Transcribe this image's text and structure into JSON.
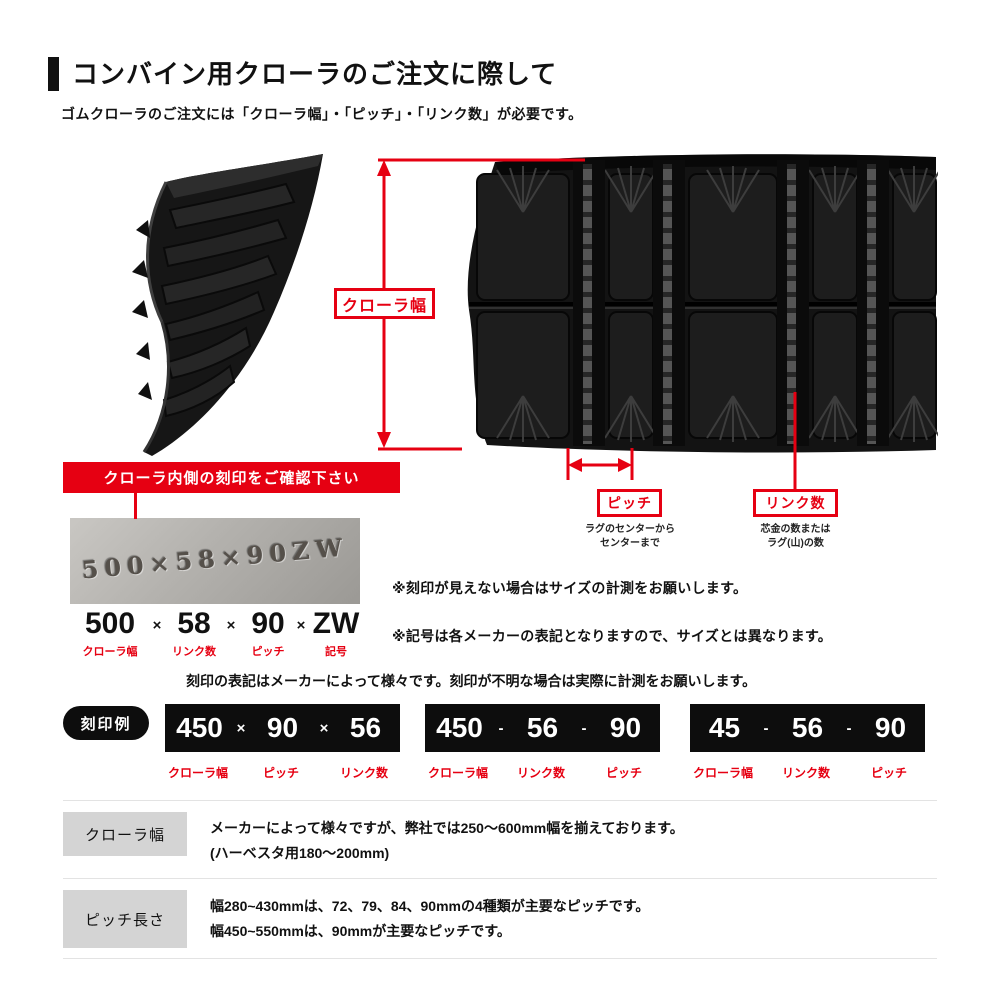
{
  "header": {
    "title": "コンバイン用クローラのご注文に際して",
    "subtitle": "ゴムクローラのご注文には「クローラ幅」・「ピッチ」・「リンク数」が必要です。"
  },
  "figure": {
    "width_label": "クローラ幅",
    "pitch_label": "ピッチ",
    "pitch_note": "ラグのセンターから\nセンターまで",
    "link_label": "リンク数",
    "link_note": "芯金の数または\nラグ(山)の数"
  },
  "stamp": {
    "banner": "クローラ内側の刻印をご確認下さい",
    "photo_text": "500×58×90ZW",
    "formula": {
      "v1": "500",
      "l1": "クローラ幅",
      "sep": "×",
      "v2": "58",
      "l2": "リンク数",
      "v3": "90",
      "l3": "ピッチ",
      "v4": "ZW",
      "l4": "記号"
    },
    "note1": "※刻印が見えない場合はサイズの計測をお願いします。",
    "note2": "※記号は各メーカーの表記となりますので、サイズとは異なります。"
  },
  "examples": {
    "intro": "刻印の表記はメーカーによって様々です。刻印が不明な場合は実際に計測をお願いします。",
    "badge": "刻印例",
    "items": [
      {
        "values": [
          "450",
          "90",
          "56"
        ],
        "sep": "×",
        "labels": [
          "クローラ幅",
          "ピッチ",
          "リンク数"
        ]
      },
      {
        "values": [
          "450",
          "56",
          "90"
        ],
        "sep": "-",
        "labels": [
          "クローラ幅",
          "リンク数",
          "ピッチ"
        ]
      },
      {
        "values": [
          "45",
          "56",
          "90"
        ],
        "sep": "-",
        "labels": [
          "クローラ幅",
          "リンク数",
          "ピッチ"
        ]
      }
    ]
  },
  "info": {
    "rows": [
      {
        "label": "クローラ幅",
        "line1": "メーカーによって様々ですが、弊社では250〜600mm幅を揃えております。",
        "line2": "(ハーベスタ用180〜200mm)"
      },
      {
        "label": "ピッチ長さ",
        "line1": "幅280~430mmは、72、79、84、90mmの4種類が主要なピッチです。",
        "line2": "幅450~550mmは、90mmが主要なピッチです。"
      }
    ]
  },
  "colors": {
    "accent_red": "#e60012",
    "box_black": "#0d0d0d",
    "label_gray": "#d4d4d4"
  }
}
